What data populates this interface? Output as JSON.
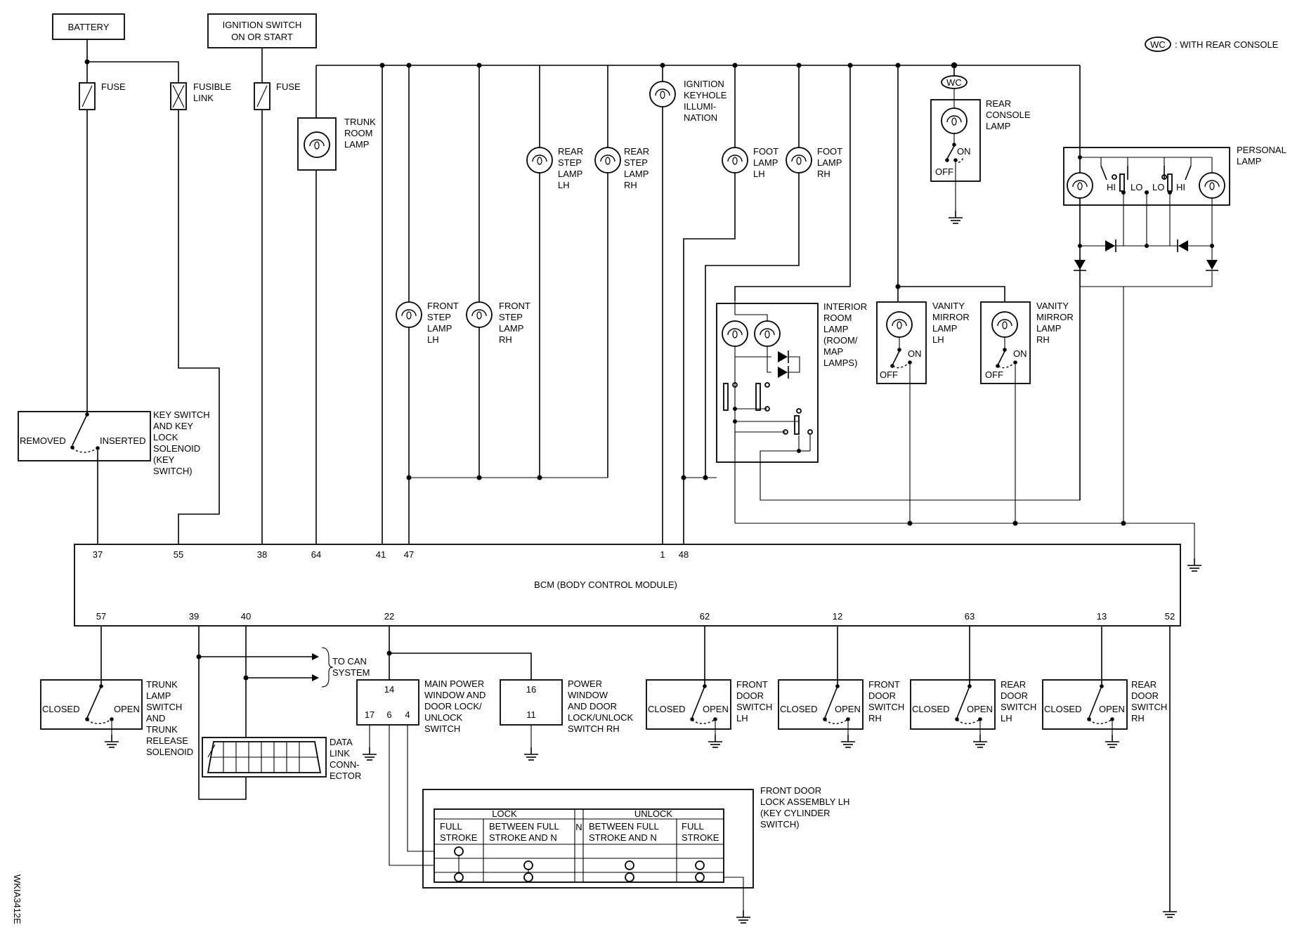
{
  "legend": {
    "symbol": "WC",
    "text": ": WITH REAR CONSOLE"
  },
  "figure_id": "WKIA3412E",
  "power": {
    "battery": "BATTERY",
    "ignition": [
      "IGNITION SWITCH",
      "ON OR START"
    ],
    "fuse1": "FUSE",
    "fusible_link": [
      "FUSIBLE",
      "LINK"
    ],
    "fuse2": "FUSE"
  },
  "components": {
    "trunk_room_lamp": [
      "TRUNK",
      "ROOM",
      "LAMP"
    ],
    "ignition_keyhole": [
      "IGNITION",
      "KEYHOLE",
      "ILLUMI-",
      "NATION"
    ],
    "rear_step_lh": [
      "REAR",
      "STEP",
      "LAMP",
      "LH"
    ],
    "rear_step_rh": [
      "REAR",
      "STEP",
      "LAMP",
      "RH"
    ],
    "foot_lh": [
      "FOOT",
      "LAMP",
      "LH"
    ],
    "foot_rh": [
      "FOOT",
      "LAMP",
      "RH"
    ],
    "rear_console": [
      "REAR",
      "CONSOLE",
      "LAMP"
    ],
    "personal_lamp": [
      "PERSONAL",
      "LAMP"
    ],
    "front_step_lh": [
      "FRONT",
      "STEP",
      "LAMP",
      "LH"
    ],
    "front_step_rh": [
      "FRONT",
      "STEP",
      "LAMP",
      "RH"
    ],
    "interior_room": [
      "INTERIOR",
      "ROOM",
      "LAMP",
      "(ROOM/",
      "MAP",
      "LAMPS)"
    ],
    "vanity_lh": [
      "VANITY",
      "MIRROR",
      "LAMP",
      "LH"
    ],
    "vanity_rh": [
      "VANITY",
      "MIRROR",
      "LAMP",
      "RH"
    ],
    "key_switch": [
      "KEY SWITCH",
      "AND KEY",
      "LOCK",
      "SOLENOID",
      "(KEY",
      "SWITCH)"
    ],
    "trunk_switch": [
      "TRUNK",
      "LAMP",
      "SWITCH",
      "AND",
      "TRUNK",
      "RELEASE",
      "SOLENOID"
    ],
    "data_link": [
      "DATA",
      "LINK",
      "CONN-",
      "ECTOR"
    ],
    "to_can": [
      "TO CAN",
      "SYSTEM"
    ],
    "main_pw": [
      "MAIN POWER",
      "WINDOW AND",
      "DOOR LOCK/",
      "UNLOCK",
      "SWITCH"
    ],
    "pw_rh": [
      "POWER",
      "WINDOW",
      "AND DOOR",
      "LOCK/UNLOCK",
      "SWITCH RH"
    ],
    "front_door_lh": [
      "FRONT",
      "DOOR",
      "SWITCH",
      "LH"
    ],
    "front_door_rh": [
      "FRONT",
      "DOOR",
      "SWITCH",
      "RH"
    ],
    "rear_door_lh": [
      "REAR",
      "DOOR",
      "SWITCH",
      "LH"
    ],
    "rear_door_rh": [
      "REAR",
      "DOOR",
      "SWITCH",
      "RH"
    ],
    "front_door_lock": [
      "FRONT DOOR",
      "LOCK ASSEMBLY LH",
      "(KEY CYLINDER",
      "SWITCH)"
    ]
  },
  "switch_states": {
    "on": "ON",
    "off": "OFF",
    "removed": "REMOVED",
    "inserted": "INSERTED",
    "closed": "CLOSED",
    "open": "OPEN",
    "hi": "HI",
    "lo": "LO"
  },
  "bcm": {
    "title": "BCM (BODY CONTROL MODULE)",
    "top_pins": [
      "37",
      "55",
      "38",
      "64",
      "41",
      "47",
      "1",
      "48"
    ],
    "bottom_pins": [
      "57",
      "39",
      "40",
      "22",
      "62",
      "12",
      "63",
      "13",
      "52"
    ]
  },
  "main_pw_pins": [
    "14",
    "17",
    "6",
    "4"
  ],
  "pw_rh_pins": [
    "16",
    "11"
  ],
  "lock_table": {
    "lock": "LOCK",
    "unlock": "UNLOCK",
    "n": "N",
    "cols": [
      [
        "FULL",
        "STROKE"
      ],
      [
        "BETWEEN FULL",
        "STROKE AND N"
      ],
      [
        "BETWEEN FULL",
        "STROKE AND N"
      ],
      [
        "FULL",
        "STROKE"
      ]
    ]
  }
}
